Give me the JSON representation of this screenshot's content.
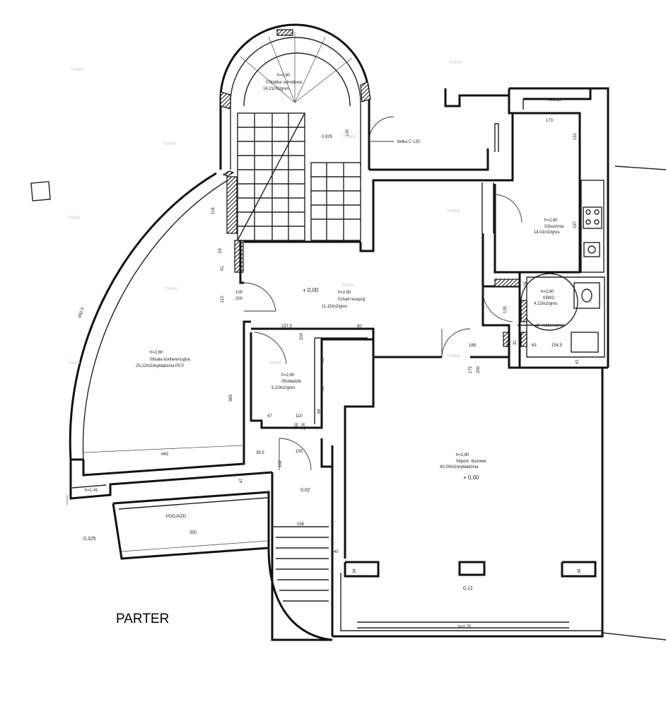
{
  "plan_title": "PARTER",
  "driveway_label": "PODJAZD",
  "watermark": "TOWER",
  "rooms": [
    {
      "id": "stair",
      "height": "h=2,60",
      "name": "07klatka schodowa",
      "area": "14,21m2/gres"
    },
    {
      "id": "kitchen",
      "height": "h=2,60",
      "name": "02kuchnia",
      "area": "14,01m2/gres"
    },
    {
      "id": "wc",
      "height": "h=2,60",
      "name": "03WC",
      "area": "4,22m2/gres"
    },
    {
      "id": "reception",
      "height": "h=2,60",
      "name": "01hall recepcji",
      "area": "11,15m2/gres"
    },
    {
      "id": "conference",
      "height": "h=2,60",
      "name": "08sala konferencyjna",
      "area": "25,12m2/wykładzina PCV"
    },
    {
      "id": "small",
      "height": "h=2,60",
      "name": "05składzik",
      "area": "5,10m2/gres"
    },
    {
      "id": "office",
      "height": "h=2,60",
      "name": "04pom. biurowe",
      "area": "40,00m2/wykładzina"
    }
  ],
  "levels": {
    "stair": "0,925",
    "reception": "+ 0,00",
    "office": "+ 0,00",
    "driveway": "0,02",
    "left": "0,325",
    "office_bottom": "0,12"
  },
  "labels": {
    "beam": "belka C 120",
    "bath_door": "dr. rozbieralne",
    "sill_top": "h=1,35",
    "sill_left": "h=1,41",
    "sill_bottom": "h=1,25"
  },
  "dimensions": {
    "d173": "173",
    "d151": "151",
    "d237": "237",
    "d100a": "100",
    "d200a": "200",
    "d2375": "237,5",
    "d80": "80",
    "d188": "188",
    "d175": "175",
    "d200b": "200",
    "d100b": "100",
    "d24": "24",
    "d154": "154,5",
    "d63": "63",
    "d41a": "41",
    "d41b": "41",
    "d110": "110",
    "d118": "118",
    "d53": "53",
    "d6925": "692,5",
    "d383": "383",
    "d443": "443",
    "d47a": "47",
    "d395": "39,5",
    "d47b": "47",
    "d110b": "110",
    "d84": "84",
    "d150": "150",
    "d200c": "200",
    "d155": "155",
    "d102": "102",
    "d350": "350",
    "d156": "156",
    "d40": "40",
    "d34a": "34",
    "d34b": "34",
    "d200d": "200",
    "d100c": "100",
    "d39": "39",
    "d95": "95",
    "d31": "31",
    "d53b": "53"
  }
}
